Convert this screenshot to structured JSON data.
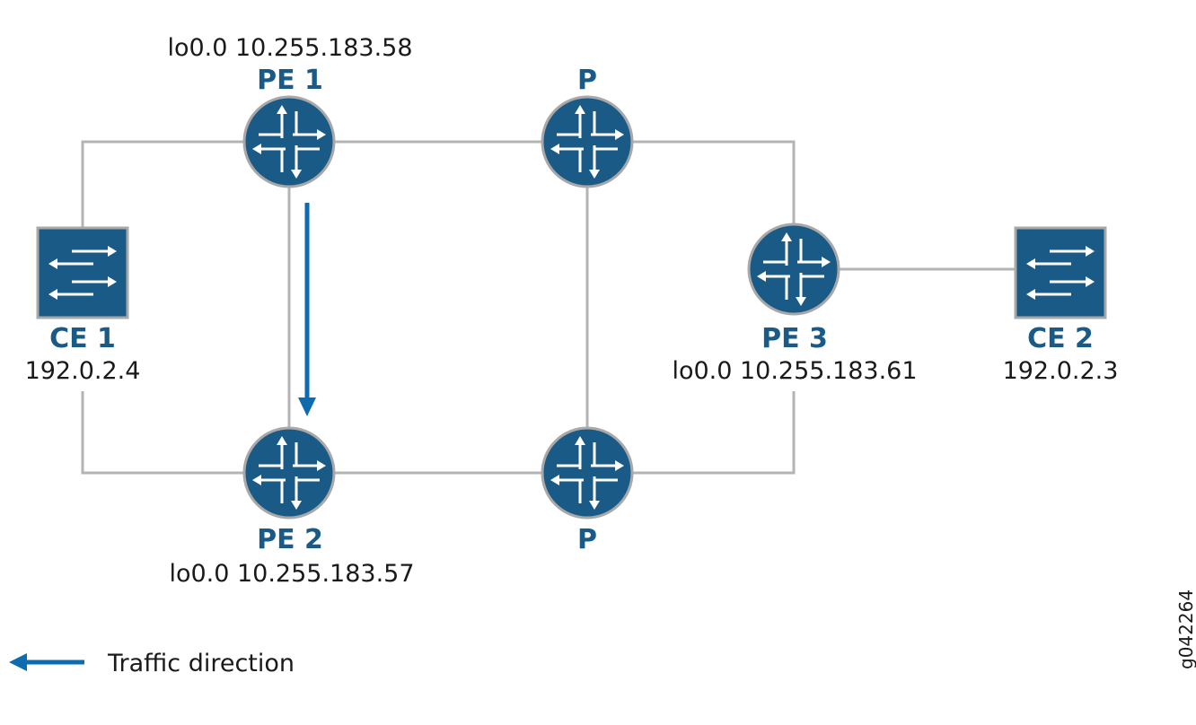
{
  "colors": {
    "device": "#1a5a86",
    "device_border": "#a8a8a8",
    "link": "#b4b4b4",
    "traffic": "#0f6bb0",
    "text": "#1a1a1a"
  },
  "nodes": {
    "pe1": {
      "name": "PE 1",
      "address": "lo0.0 10.255.183.58",
      "icon": "router-icon"
    },
    "pe2": {
      "name": "PE 2",
      "address": "lo0.0 10.255.183.57",
      "icon": "router-icon"
    },
    "pe3": {
      "name": "PE 3",
      "address": "lo0.0 10.255.183.61",
      "icon": "router-icon"
    },
    "p_top": {
      "name": "P",
      "icon": "router-icon"
    },
    "p_bottom": {
      "name": "P",
      "icon": "router-icon"
    },
    "ce1": {
      "name": "CE 1",
      "address": "192.0.2.4",
      "icon": "switch-icon"
    },
    "ce2": {
      "name": "CE 2",
      "address": "192.0.2.3",
      "icon": "switch-icon"
    }
  },
  "links": [
    [
      "ce1",
      "pe1"
    ],
    [
      "pe1",
      "p_top"
    ],
    [
      "p_top",
      "pe3"
    ],
    [
      "pe3",
      "ce2"
    ],
    [
      "ce1",
      "pe2"
    ],
    [
      "pe2",
      "p_bottom"
    ],
    [
      "p_bottom",
      "pe3"
    ],
    [
      "pe1",
      "pe2"
    ],
    [
      "p_top",
      "p_bottom"
    ]
  ],
  "legend": {
    "traffic_label": "Traffic direction"
  },
  "figure_id": "g042264"
}
